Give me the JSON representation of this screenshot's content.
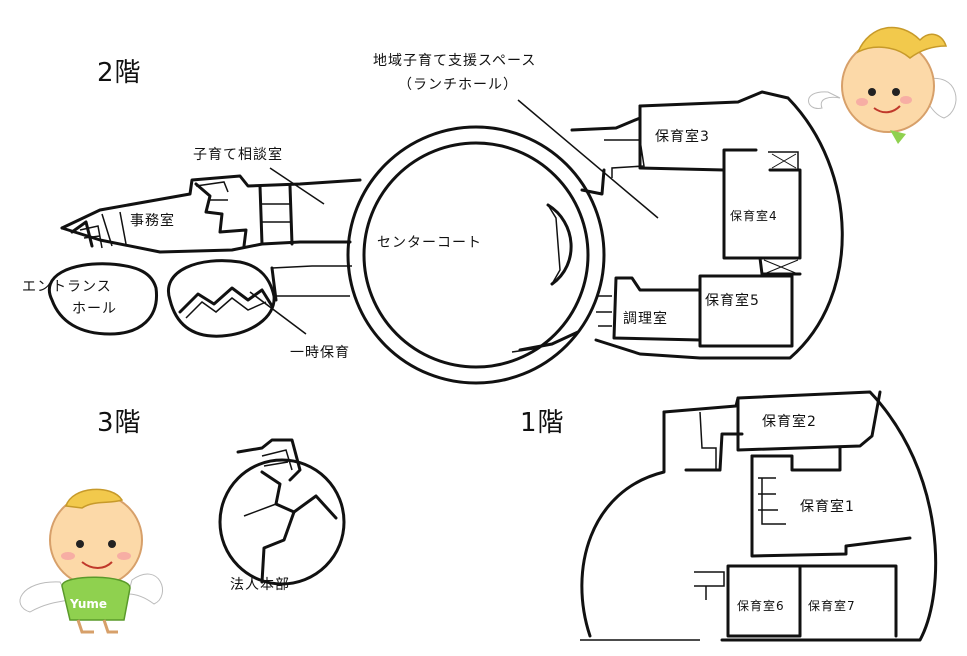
{
  "floors": {
    "f2": "2階",
    "f3": "3階",
    "f1": "1階"
  },
  "rooms_2f": {
    "support_space": "地域子育て支援スペース",
    "lunch_hall": "（ランチホール）",
    "consult": "子育て相談室",
    "office": "事務室",
    "entrance_1": "エントランス",
    "entrance_2": "ホール",
    "temp_care": "一時保育",
    "center_court": "センターコート",
    "nursery3": "保育室3",
    "nursery4": "保育室4",
    "nursery5": "保育室5",
    "kitchen": "調理室"
  },
  "rooms_3f": {
    "hq": "法人本部"
  },
  "rooms_1f": {
    "nursery2": "保育室2",
    "nursery1": "保育室1",
    "nursery6": "保育室6",
    "nursery7": "保育室7"
  },
  "mascot": {
    "shirt_text": "Yume",
    "skin_color": "#fcd9a8",
    "shirt_color": "#8fd14f",
    "wing_color": "#ffffff",
    "crown_color": "#f2c94c"
  }
}
